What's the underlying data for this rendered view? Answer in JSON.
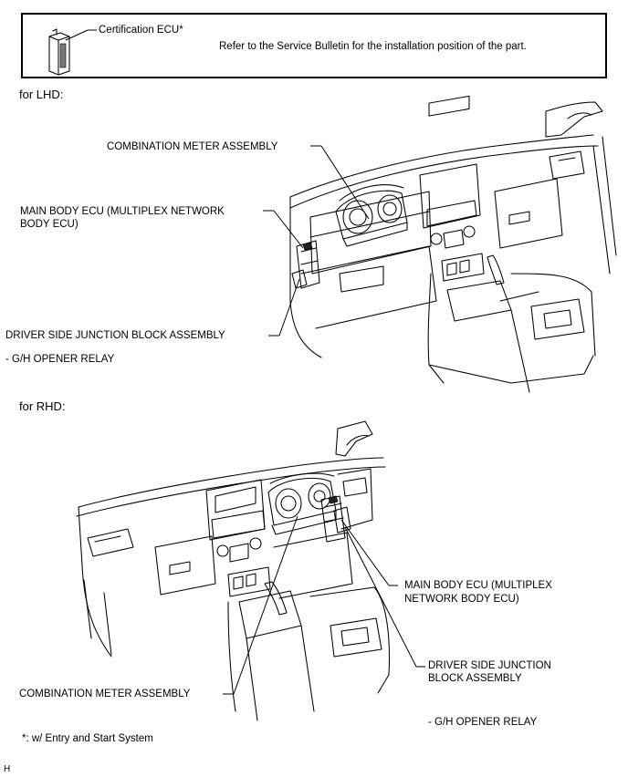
{
  "legend": {
    "ecu_label": "Certification ECU*",
    "note": "Refer to the Service Bulletin for the installation position of the part."
  },
  "lhd": {
    "heading": "for LHD:",
    "combination_meter": "COMBINATION METER ASSEMBLY",
    "main_body_ecu_line1": "MAIN BODY ECU (MULTIPLEX NETWORK",
    "main_body_ecu_line2": "BODY ECU)",
    "junction_block": "DRIVER SIDE JUNCTION BLOCK ASSEMBLY",
    "relay": "- G/H OPENER RELAY"
  },
  "rhd": {
    "heading": "for RHD:",
    "main_body_ecu_line1": "MAIN BODY ECU (MULTIPLEX",
    "main_body_ecu_line2": "NETWORK BODY ECU)",
    "junction_block_line1": "DRIVER SIDE JUNCTION",
    "junction_block_line2": "BLOCK ASSEMBLY",
    "combination_meter": "COMBINATION METER ASSEMBLY",
    "relay": "- G/H OPENER RELAY"
  },
  "footnote": "*: w/ Entry and Start System",
  "corner_mark": "H"
}
